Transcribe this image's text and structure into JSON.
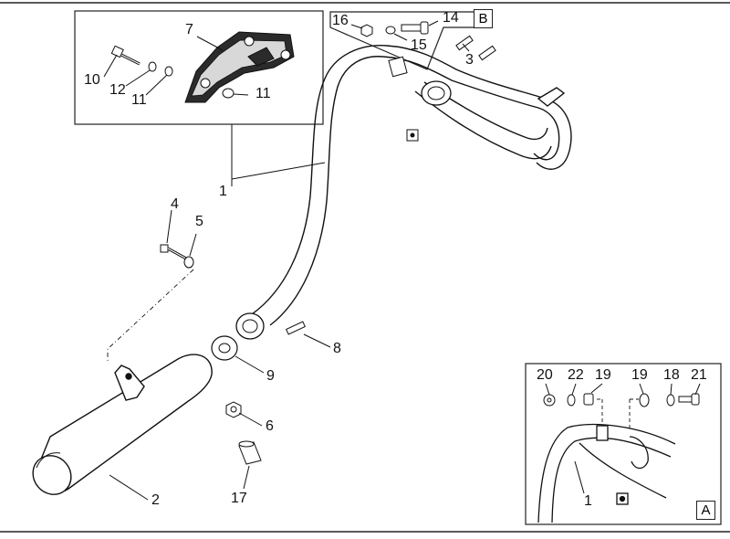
{
  "callouts": {
    "c1_main": "1",
    "c2": "2",
    "c3": "3",
    "c4": "4",
    "c5": "5",
    "c6": "6",
    "c7": "7",
    "c8": "8",
    "c9": "9",
    "c10": "10",
    "c11_a": "11",
    "c11_b": "11",
    "c12": "12",
    "c14": "14",
    "c15": "15",
    "c16": "16",
    "c17": "17",
    "c18": "18",
    "c19_a": "19",
    "c19_b": "19",
    "c20": "20",
    "c21": "21",
    "c22": "22",
    "c1_detail": "1"
  },
  "detail_tags": {
    "b": "B",
    "a": "A"
  },
  "colors": {
    "line": "#1a1a1a",
    "fill_dark": "#2b2b2b",
    "fill_light": "#ffffff",
    "background": "#ffffff"
  },
  "icons": {
    "exhaust-pipe": "exhaust-manifold-drawing",
    "muffler": "silencer-drawing",
    "heat-shield": "heat-guard-drawing"
  }
}
